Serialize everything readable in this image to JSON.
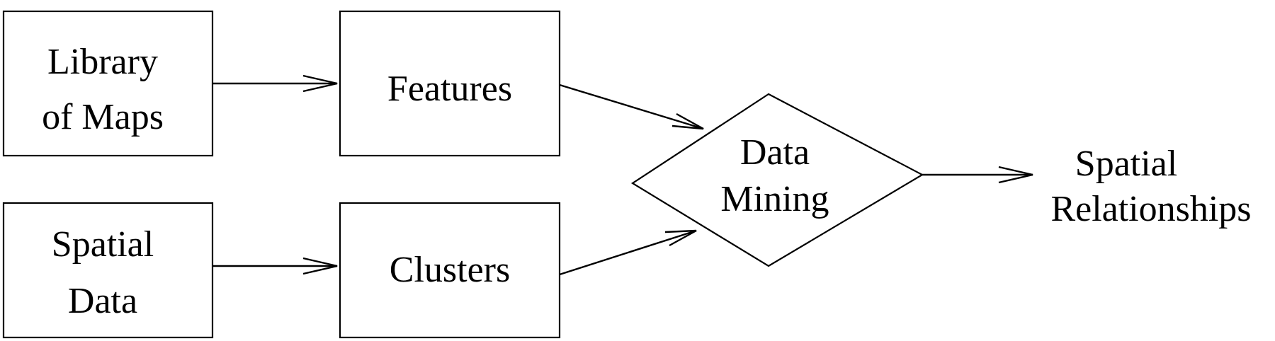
{
  "nodes": {
    "library_of_maps": {
      "line1": "Library",
      "line2": "of Maps"
    },
    "features": {
      "label": "Features"
    },
    "spatial_data": {
      "line1": "Spatial",
      "line2": "Data"
    },
    "clusters": {
      "label": "Clusters"
    },
    "data_mining": {
      "line1": "Data",
      "line2": "Mining"
    },
    "spatial_relationships": {
      "line1": "Spatial",
      "line2": "Relationships"
    }
  },
  "edges": [
    {
      "from": "library_of_maps",
      "to": "features"
    },
    {
      "from": "spatial_data",
      "to": "clusters"
    },
    {
      "from": "features",
      "to": "data_mining"
    },
    {
      "from": "clusters",
      "to": "data_mining"
    },
    {
      "from": "data_mining",
      "to": "spatial_relationships"
    }
  ]
}
